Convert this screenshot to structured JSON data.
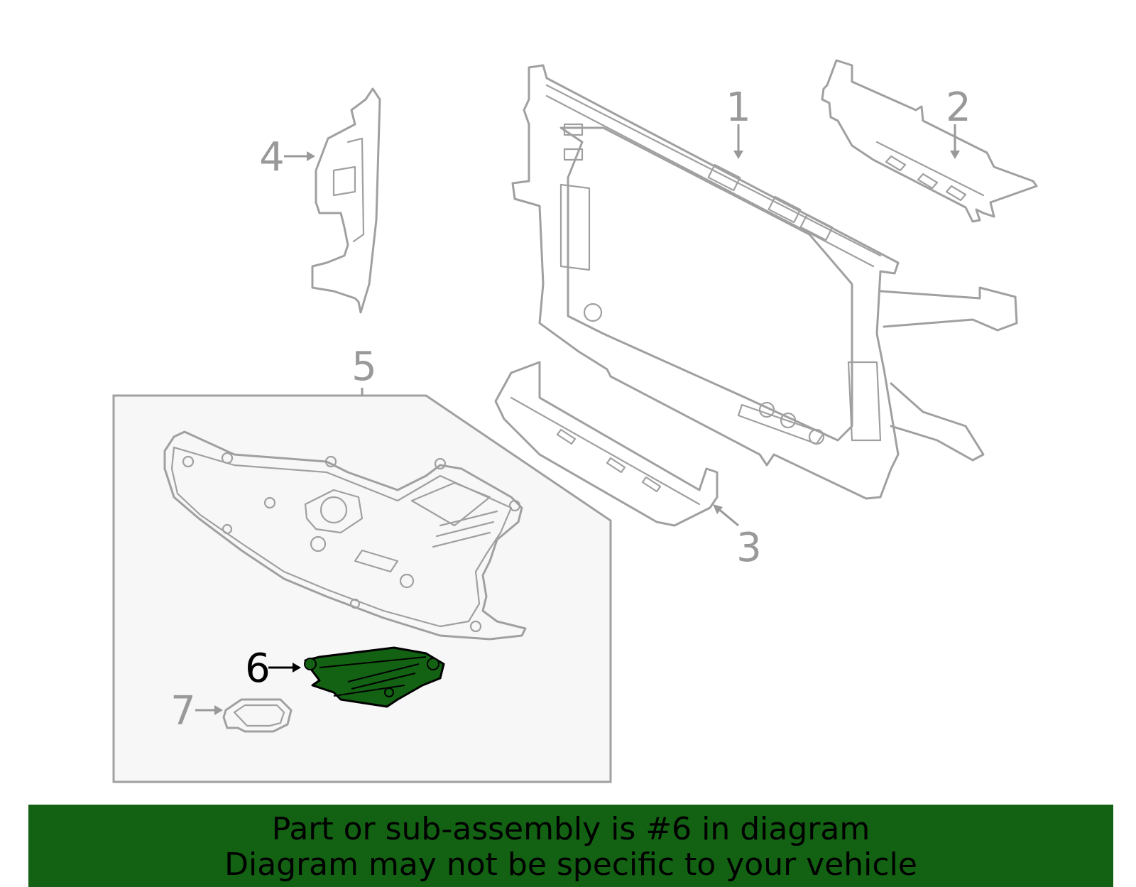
{
  "diagram": {
    "highlight_color": "#136112",
    "line_color": "#a0a0a0",
    "callouts": {
      "c1": "1",
      "c2": "2",
      "c3": "3",
      "c4": "4",
      "c5": "5",
      "c6": "6",
      "c7": "7"
    },
    "highlighted_part": "6"
  },
  "banner": {
    "line1": "Part or sub-assembly is #6 in diagram",
    "line2": "Diagram may not be specific to your vehicle",
    "background": "#136112"
  }
}
